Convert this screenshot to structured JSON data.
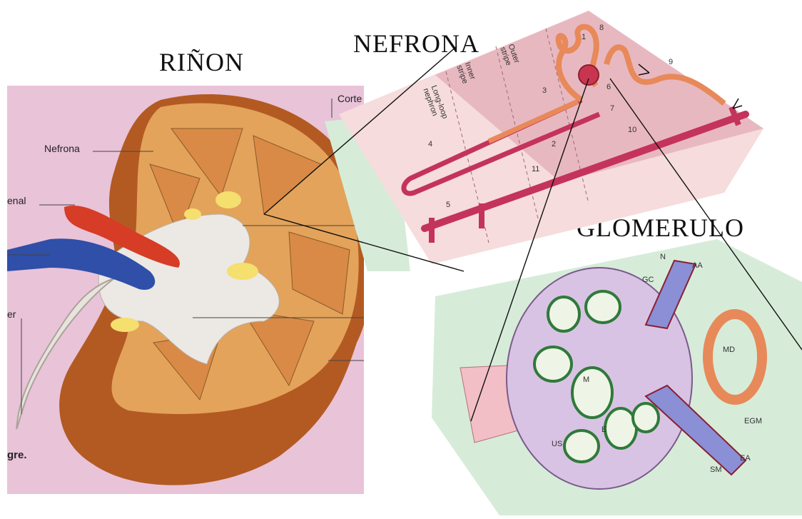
{
  "titles": {
    "kidney": "RIÑON",
    "nephron": "NEFRONA",
    "glomerulus": "GLOMERULO"
  },
  "kidney_labels": {
    "corte": "Corte",
    "nefrona": "Nefrona",
    "renal": "enal",
    "ureter": "er",
    "sangre": "gre."
  },
  "nephron_labels": {
    "outer_stripe_1": "Outer",
    "outer_stripe_2": "stripe",
    "inner_stripe_1": "Inner",
    "inner_stripe_2": "stripe",
    "long_loop_1": "Long-loop",
    "long_loop_2": "nephron",
    "n1": "1",
    "n2": "2",
    "n3": "3",
    "n4": "4",
    "n5": "5",
    "n6": "6",
    "n7": "7",
    "n8": "8",
    "n9": "9",
    "n10": "10",
    "n11": "11"
  },
  "glomerulus_labels": {
    "N": "N",
    "AA": "AA",
    "GC": "GC",
    "MD": "MD",
    "M": "M",
    "E": "E",
    "US": "US",
    "EGM": "EGM",
    "EA": "EA",
    "SM": "SM"
  }
}
